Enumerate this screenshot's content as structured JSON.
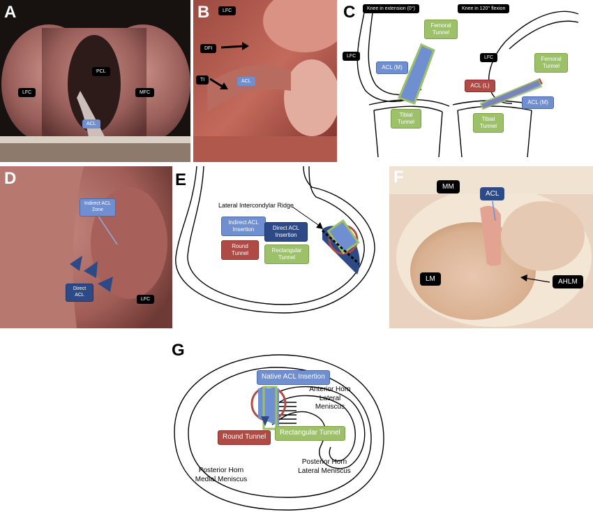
{
  "panels": {
    "a": {
      "label": "A",
      "tags": {
        "pcl": "PCL",
        "lfc": "LFC",
        "mfc": "MFC",
        "acl": "ACL"
      }
    },
    "b": {
      "label": "B",
      "tags": {
        "lfc": "LFC",
        "dfi": "DFI",
        "ti": "TI",
        "acl": "ACL"
      }
    },
    "c": {
      "label": "C",
      "extension_title": "Knee in extension (0°)",
      "flexion_title": "Knee in 120° flexion",
      "lfc_left": "LFC",
      "lfc_right": "LFC",
      "femoral_tunnel_left": "Femoral Tunnel",
      "femoral_tunnel_right": "Femoral Tunnel",
      "acl_m_left": "ACL (M)",
      "acl_m_right": "ACL (M)",
      "acl_l": "ACL (L)",
      "tibial_tunnel_left": "Tibial Tunnel",
      "tibial_tunnel_right": "Tibial Tunnel"
    },
    "d": {
      "label": "D",
      "indirect": "Indirect ACL Zone",
      "direct": "Direct ACL",
      "lfc": "LFC"
    },
    "e": {
      "label": "E",
      "ridge": "Lateral Intercondylar Ridge",
      "indirect_insertion": "Indirect ACL Insertion",
      "direct_insertion": "Direct ACL Insertion",
      "round_tunnel": "Round Tunnel",
      "rect_tunnel": "Rectangular Tunnel"
    },
    "f": {
      "label": "F",
      "mm": "MM",
      "acl": "ACL",
      "lm": "LM",
      "ahlm": "AHLM"
    },
    "g": {
      "label": "G",
      "native": "Native ACL Insertion",
      "anterior_horn": "Anterior Horn Lateral Meniscus",
      "round_tunnel": "Round Tunnel",
      "rect_tunnel": "Rectangular Tunnel",
      "post_medial": "Posterior Horn Medial Meniscus",
      "post_lateral": "Posterior Horn Lateral Meniscus"
    }
  },
  "colors": {
    "acl_blue": "#6f8fd0",
    "navy": "#2e4a86",
    "tunnel_red": "#b04a44",
    "tunnel_green": "#9cc168"
  }
}
